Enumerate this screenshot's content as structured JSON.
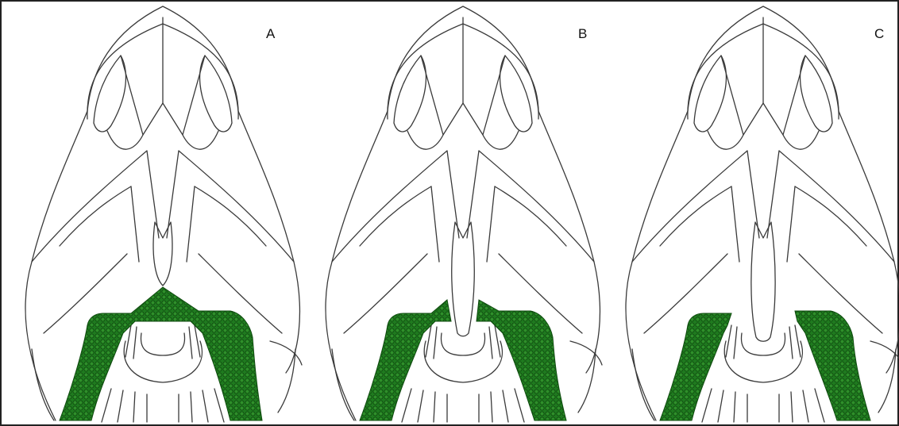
{
  "figure": {
    "colors": {
      "highlight": "#1f7a1f",
      "highlight_dark": "#0e4a0e",
      "line": "#3a3a3a",
      "frame": "#222222"
    },
    "panels": [
      {
        "label": "A",
        "variant": "full"
      },
      {
        "label": "B",
        "variant": "split"
      },
      {
        "label": "C",
        "variant": "lateral"
      }
    ]
  }
}
